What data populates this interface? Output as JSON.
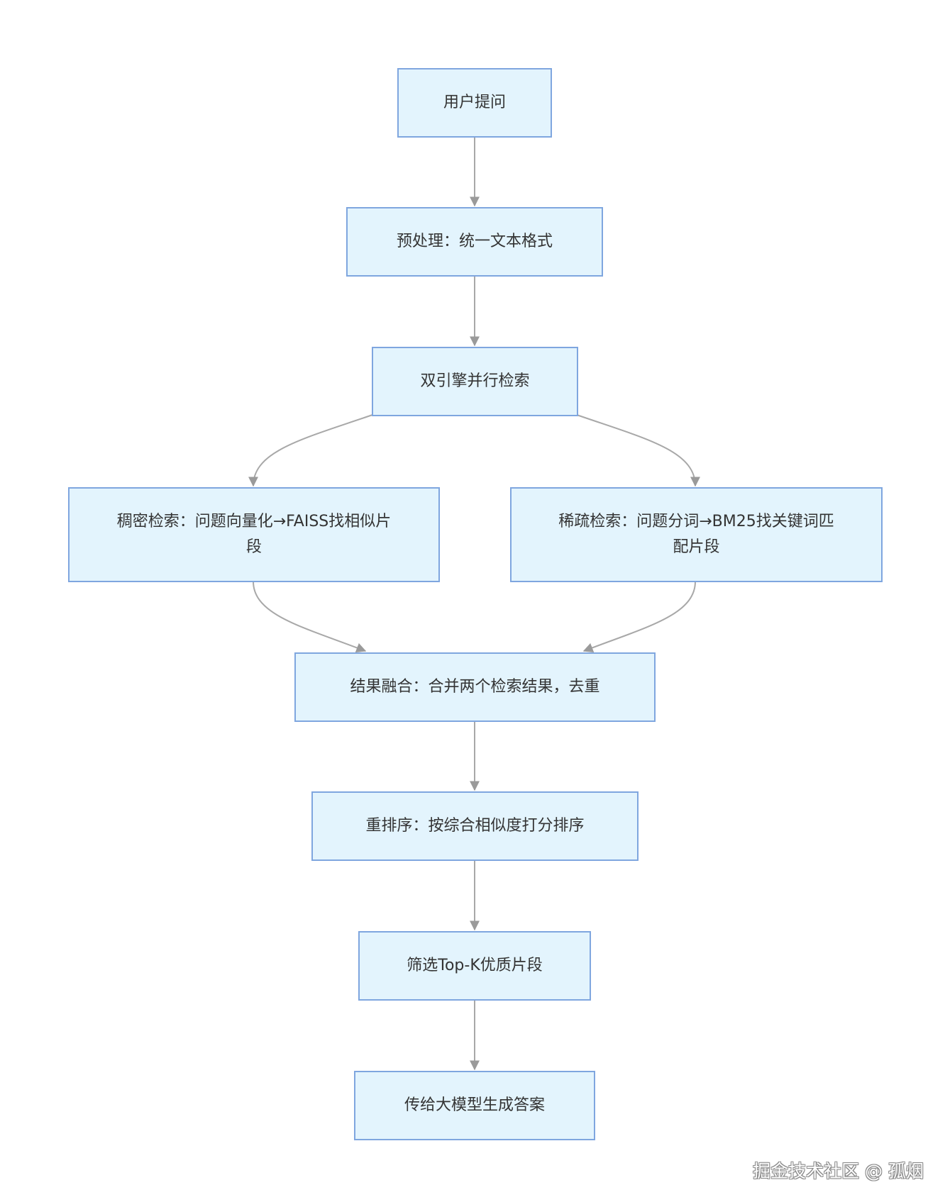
{
  "nodes": {
    "user_question": "用户提问",
    "preprocess": "预处理：统一文本格式",
    "dual_engine": "双引擎并行检索",
    "dense": "稠密检索：问题向量化→FAISS找相似片段",
    "sparse": "稀疏检索：问题分词→BM25找关键词匹配片段",
    "fusion": "结果融合：合并两个检索结果，去重",
    "rerank": "重排序：按综合相似度打分排序",
    "topk": "筛选Top-K优质片段",
    "generate": "传给大模型生成答案"
  },
  "watermark": "掘金技术社区 @ 孤烟",
  "colors": {
    "node_fill": "#e3f4fd",
    "node_border": "#7fa6df",
    "edge": "#999999",
    "text": "#333333"
  }
}
